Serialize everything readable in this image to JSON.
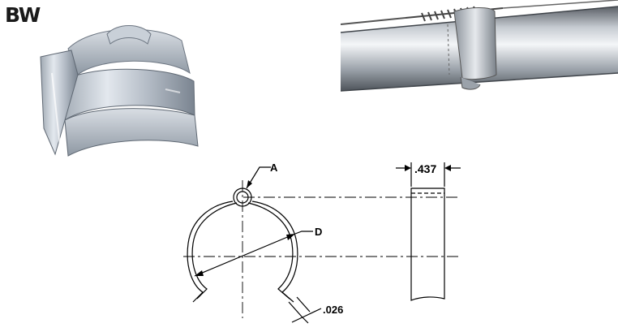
{
  "product_code": "BW",
  "photos": [
    {
      "name": "clip-product-photo"
    },
    {
      "name": "clip-on-tube-photo"
    }
  ],
  "drawing": {
    "label_a": "A",
    "label_d": "D",
    "width_dimension": ".437",
    "thickness_dimension": ".026"
  }
}
